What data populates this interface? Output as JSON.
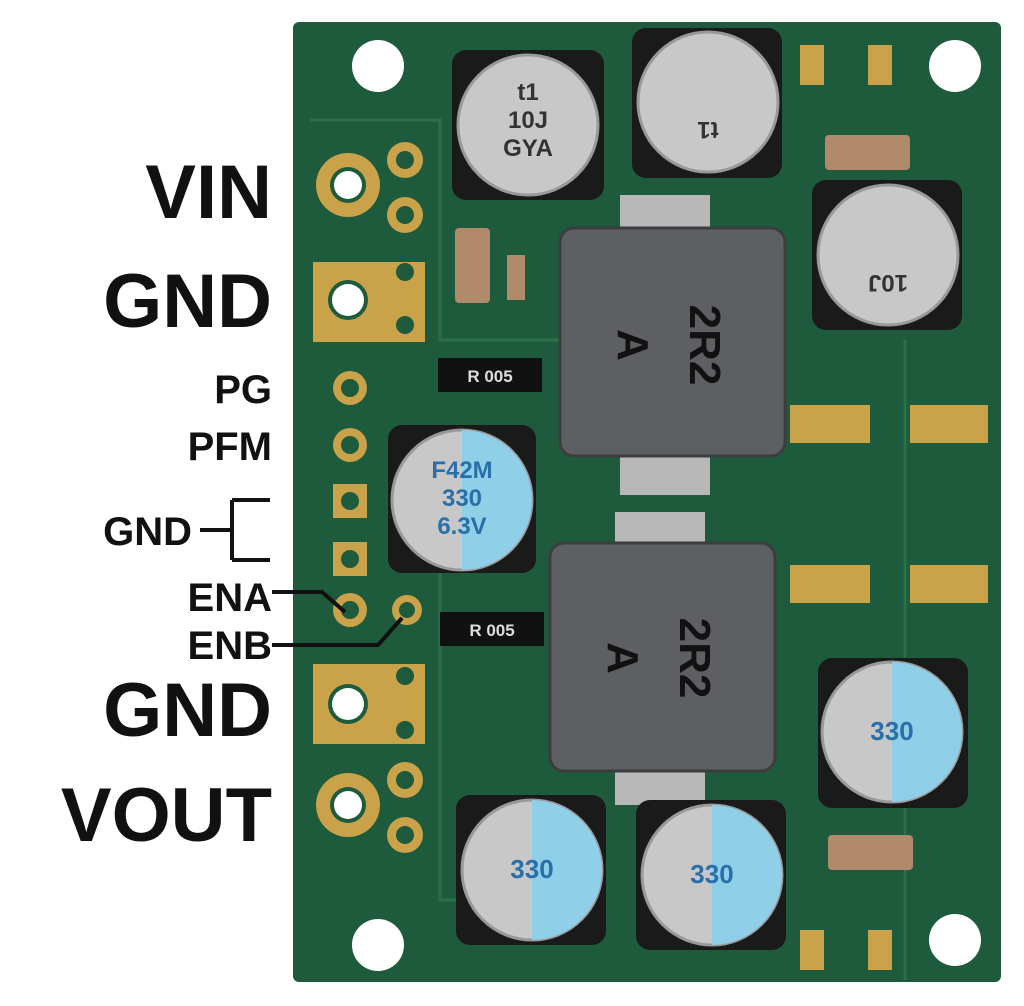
{
  "pin_labels": {
    "vin": "VIN",
    "gnd_top": "GND",
    "pg": "PG",
    "pfm": "PFM",
    "gnd_mid": "GND",
    "ena": "ENA",
    "enb": "ENB",
    "gnd_bottom": "GND",
    "vout": "VOUT"
  },
  "component_markings": {
    "input_cap": [
      "t1",
      "10J",
      "GYA"
    ],
    "output_cap": [
      "F42M",
      "330",
      "6.3V"
    ],
    "inductor": [
      "A",
      "2R2"
    ],
    "resistor": "R 005"
  },
  "colors": {
    "pcb": "#1e5b3c",
    "pad": "#c9a24a",
    "label": "#111111"
  }
}
